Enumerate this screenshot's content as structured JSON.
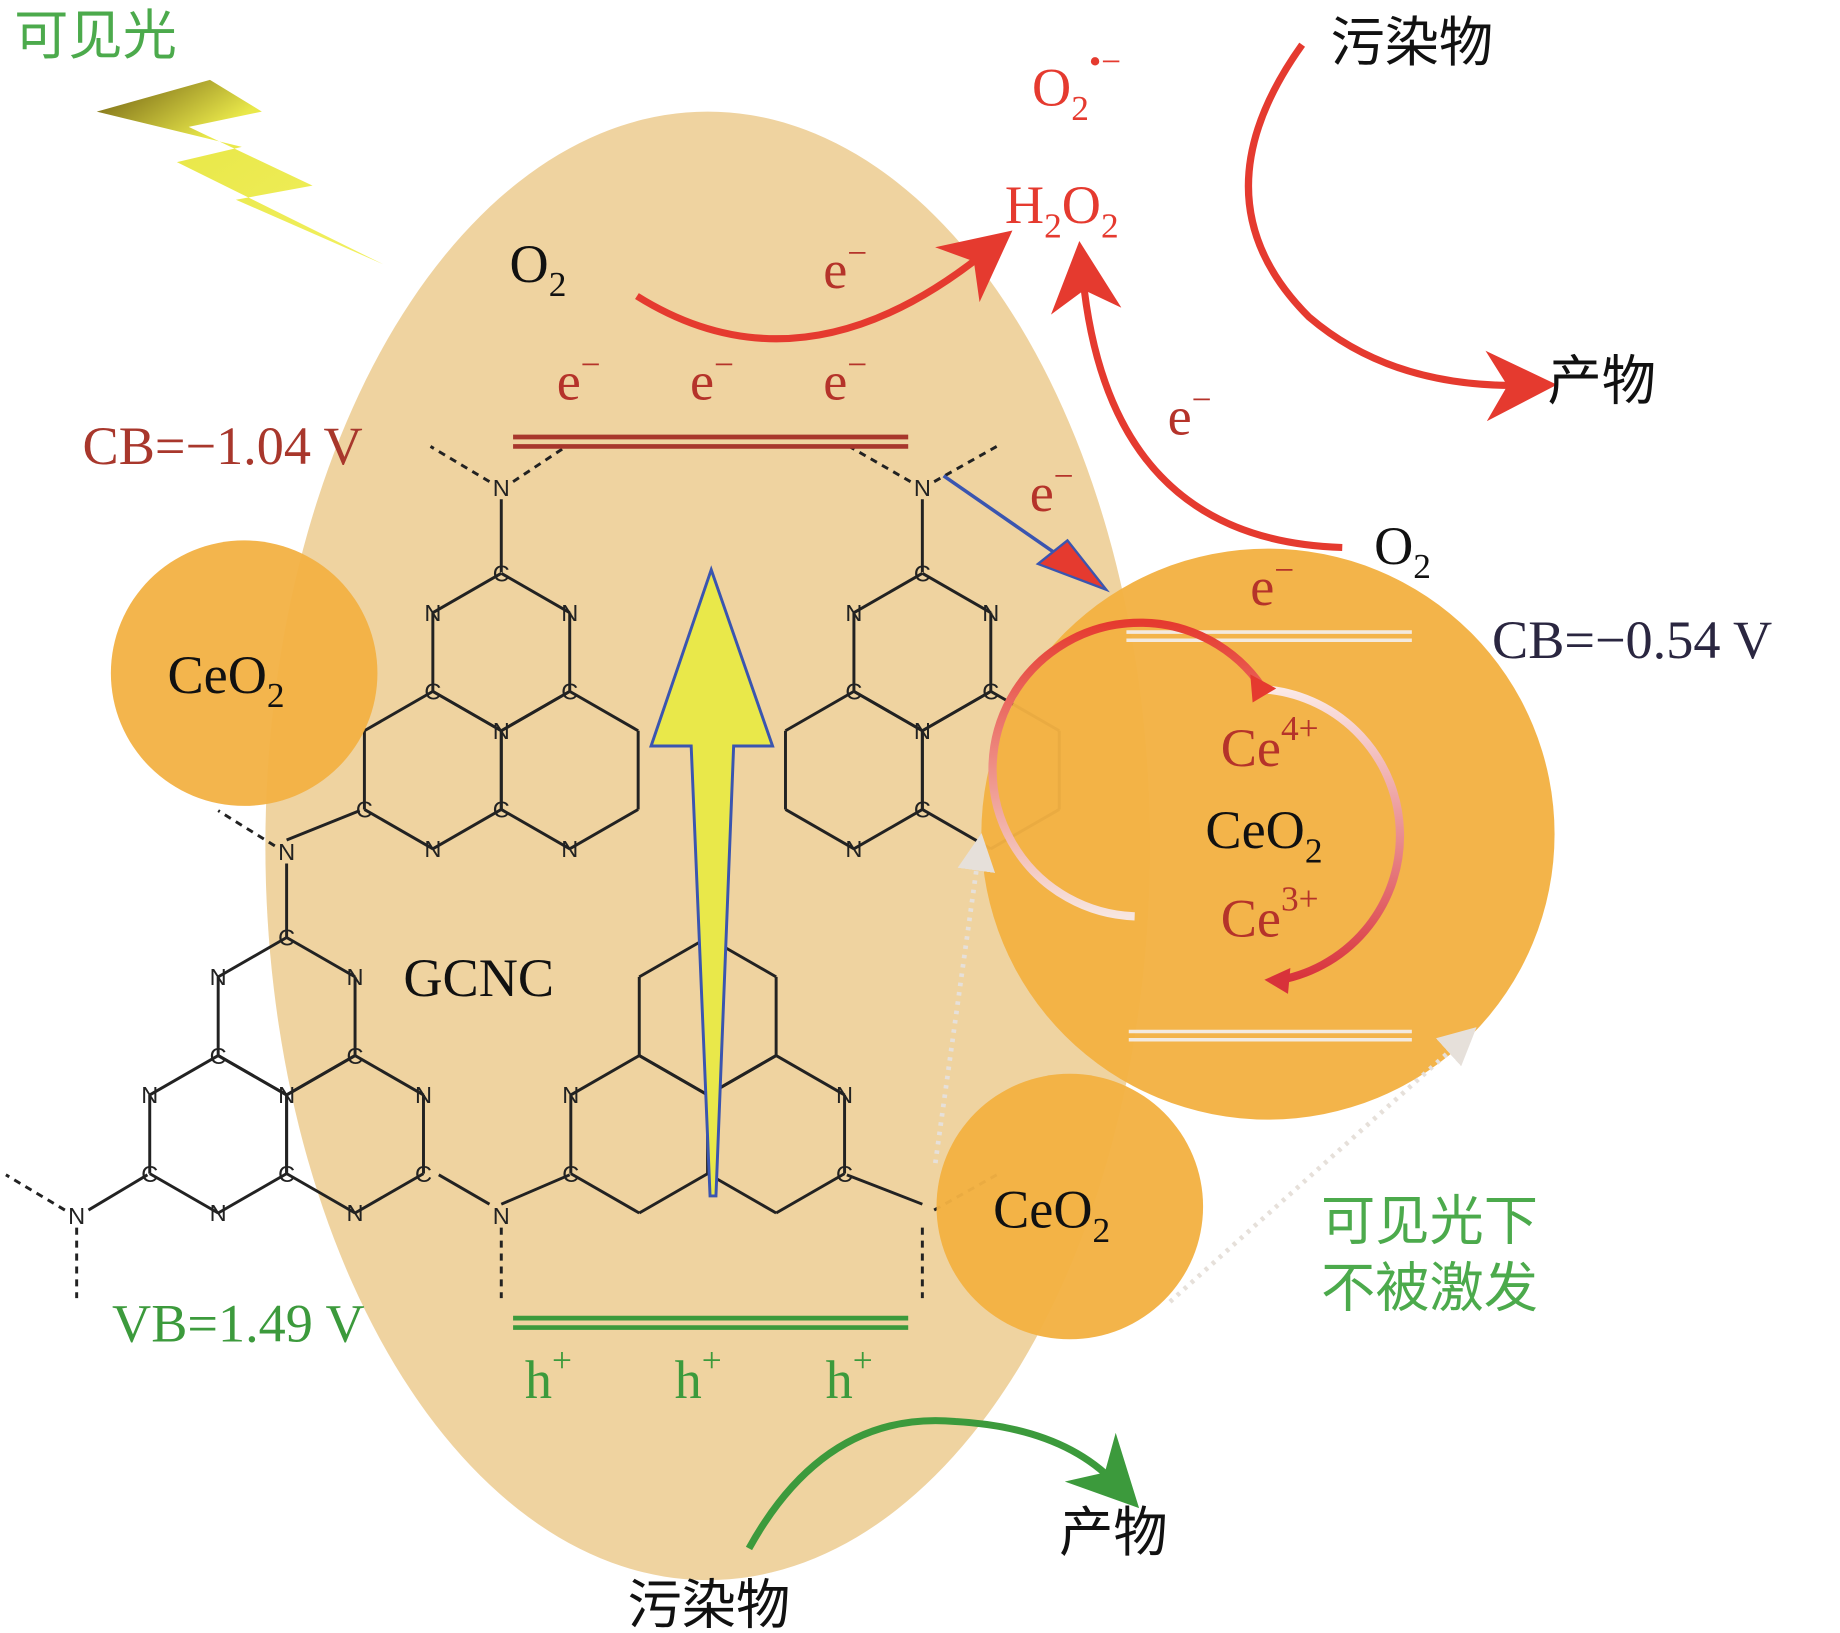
{
  "title_light": "可见光",
  "pollutant_top": "污染物",
  "product_top": "产物",
  "superoxide": {
    "base": "O",
    "sub": "2",
    "sup": "•−"
  },
  "h2o2": {
    "h": "H",
    "h_sub": "2",
    "o": "O",
    "o_sub": "2"
  },
  "o2_left": {
    "base": "O",
    "sub": "2"
  },
  "o2_right": {
    "base": "O",
    "sub": "2"
  },
  "electron": {
    "base": "e",
    "sup": "−"
  },
  "hole": {
    "base": "h",
    "sup": "+"
  },
  "cb_gcnc": "CB=−1.04 V",
  "cb_ceo2": "CB=−0.54 V",
  "vb_gcnc": "VB=1.49 V",
  "ceo2": {
    "base": "CeO",
    "sub": "2"
  },
  "ce4": {
    "base": "Ce",
    "sup": "4+"
  },
  "ce3": {
    "base": "Ce",
    "sup": "3+"
  },
  "gcnc": "GCNC",
  "not_excited_line1": "可见光下",
  "not_excited_line2": "不被激发",
  "product_bottom": "产物",
  "pollutant_bottom": "污染物",
  "atoms": {
    "N": "N",
    "C": "C"
  },
  "colors": {
    "ellipse": "#efd3a0",
    "ceo2": "#f2b143",
    "red": "#e53a2f",
    "green": "#3c9a3c",
    "cb_dark": "#a8372c",
    "yellow": "#e9e84a"
  }
}
